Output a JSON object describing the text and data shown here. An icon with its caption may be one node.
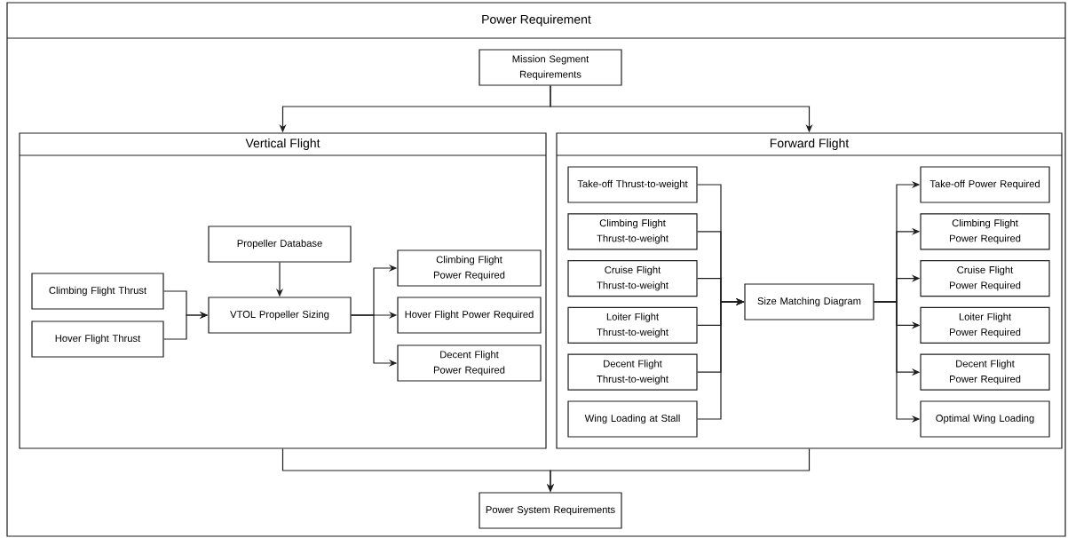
{
  "diagram": {
    "nodes": [
      {
        "text": [
          "Power Requirement"
        ]
      },
      {
        "text": [
          "Mission Segment Requirements"
        ],
        "in": 0
      },
      {
        "text": [
          "Vertical Flight"
        ],
        "in": 0
      },
      {
        "text": [
          "Climbing Flight Thrust"
        ],
        "in": 2
      },
      {
        "text": [
          "Hover Flight Thrust"
        ],
        "in": 2
      },
      {
        "text": [
          "Propeller Database"
        ],
        "in": 2
      },
      {
        "text": [
          "VTOL Propeller Sizing"
        ],
        "in": 2
      },
      {
        "text": [
          "Climbing Flight Power Required"
        ],
        "in": 2
      },
      {
        "text": [
          "Hover Flight Power Required"
        ],
        "in": 2
      },
      {
        "text": [
          "Decent Flight Power Required"
        ],
        "in": 2
      },
      {
        "text": [
          "Forward Flight"
        ],
        "in": 0
      },
      {
        "text": [
          "Take-off Thrust-to-weight"
        ],
        "in": 10
      },
      {
        "text": [
          "Climbing Flight Thrust-to-weight"
        ],
        "in": 10
      },
      {
        "text": [
          "Cruise Flight Thrust-to-weight"
        ],
        "in": 10
      },
      {
        "text": [
          "Loiter Flight Thrust-to-weight"
        ],
        "in": 10
      },
      {
        "text": [
          "Decent Flight Thrust-to-weight"
        ],
        "in": 10
      },
      {
        "text": [
          "Wing Loading at Stall"
        ],
        "in": 10
      },
      {
        "text": [
          "Size Matching Diagram"
        ],
        "in": 10
      },
      {
        "text": [
          "Take-off Power Required"
        ],
        "in": 10
      },
      {
        "text": [
          "Climbing Flight Power Required"
        ],
        "in": 10
      },
      {
        "text": [
          "Cruise Flight Power Required"
        ],
        "in": 10
      },
      {
        "text": [
          "Loiter Flight Power Required"
        ],
        "in": 10
      },
      {
        "text": [
          "Decent Flight Power Required"
        ],
        "in": 10
      },
      {
        "text": [
          "Optimal Wing Loading"
        ],
        "in": 10
      },
      {
        "text": [
          "Power System Requirements"
        ],
        "in": 0
      }
    ],
    "edges": [
      {
        "from": 1,
        "to": 2,
        "arrow": "to"
      },
      {
        "from": 1,
        "to": 10,
        "arrow": "to"
      },
      {
        "from": 3,
        "to": 6,
        "arrow": "to"
      },
      {
        "from": 4,
        "to": 6,
        "arrow": "to"
      },
      {
        "from": 5,
        "to": 6,
        "arrow": "to"
      },
      {
        "from": 6,
        "to": 7,
        "arrow": "to"
      },
      {
        "from": 6,
        "to": 8,
        "arrow": "to"
      },
      {
        "from": 6,
        "to": 9,
        "arrow": "to"
      },
      {
        "from": 11,
        "to": 17,
        "arrow": "to"
      },
      {
        "from": 12,
        "to": 17,
        "arrow": "to"
      },
      {
        "from": 13,
        "to": 17,
        "arrow": "to"
      },
      {
        "from": 14,
        "to": 17,
        "arrow": "to"
      },
      {
        "from": 15,
        "to": 17,
        "arrow": "to"
      },
      {
        "from": 16,
        "to": 17,
        "arrow": "to"
      },
      {
        "from": 17,
        "to": 18,
        "arrow": "to"
      },
      {
        "from": 17,
        "to": 19,
        "arrow": "to"
      },
      {
        "from": 17,
        "to": 20,
        "arrow": "to"
      },
      {
        "from": 17,
        "to": 21,
        "arrow": "to"
      },
      {
        "from": 17,
        "to": 22,
        "arrow": "to"
      },
      {
        "from": 17,
        "to": 23,
        "arrow": "to"
      },
      {
        "from": 2,
        "to": 24,
        "arrow": "to"
      },
      {
        "from": 10,
        "to": 24,
        "arrow": "to"
      }
    ]
  }
}
